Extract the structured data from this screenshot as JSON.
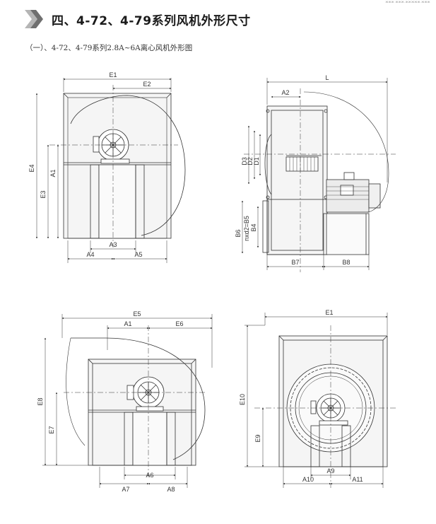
{
  "corner_mark": "ЖЖЖ ЖЖЖ.ЖЖЖЖЖ.ЖЖЖ",
  "section_title": "四、4-72、4-79系列风机外形尺寸",
  "subtitle": "（一）、4-72、4-79系列2.8A~6A离心风机外形图",
  "colors": {
    "line": "#333333",
    "panel": "#f4f4f4",
    "chevron_dark": "#6f6f6f",
    "chevron_light": "#b5b5b5"
  },
  "views": {
    "front_top_left": {
      "E1": "E1",
      "E2": "E2",
      "E3": "E3",
      "E4": "E4",
      "A1": "A1",
      "A3": "A3",
      "A4": "A4",
      "A5": "A5"
    },
    "side_top_right": {
      "L": "L",
      "A2": "A2",
      "D1": "D1",
      "D2": "D2",
      "D3": "D3",
      "B4": "B4",
      "B5": "nxd2=B5",
      "B6": "B6",
      "B7": "B7",
      "B8": "B8"
    },
    "front_bottom_left": {
      "E5": "E5",
      "E6": "E6",
      "E7": "E7",
      "E8": "E8",
      "A1": "A1",
      "A6": "A6",
      "A7": "A7",
      "A8": "A8"
    },
    "front_bottom_right": {
      "E1": "E1",
      "E9": "E9",
      "E10": "E10",
      "A9": "A9",
      "A10": "A10",
      "A11": "A11"
    }
  }
}
